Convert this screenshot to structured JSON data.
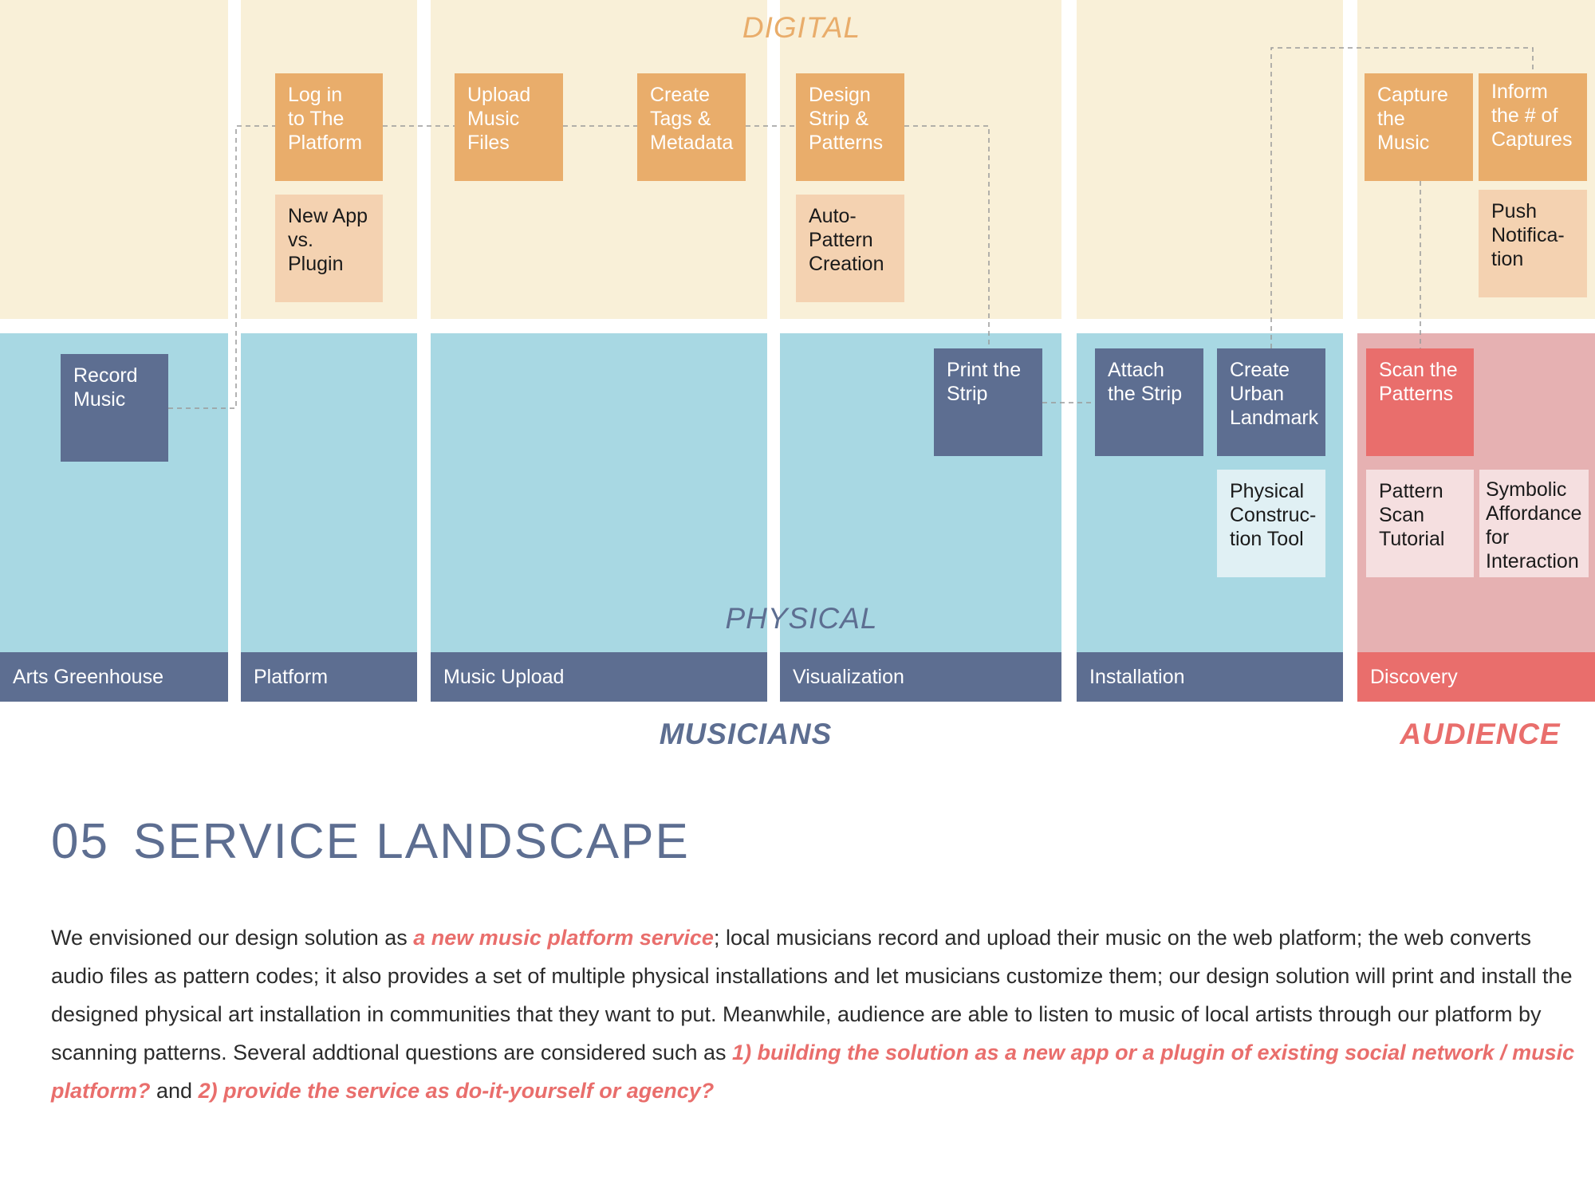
{
  "colors": {
    "digital_bg": "#f9f0d8",
    "physical_bg": "#a8d8e3",
    "audience_physical_bg": "#e6b1b2",
    "stage_bar": "#5d6e91",
    "audience_bar": "#e96e6c",
    "orange_card": "#e9ad6b",
    "peach_card": "#f4d2b1",
    "navy_card": "#5d6e91",
    "red_card": "#e96e6c",
    "light_blue_card": "#e0f0f4",
    "light_pink_card": "#f5dfe0",
    "digital_label": "#e9ad6b",
    "physical_label": "#5d6e91",
    "musicians_label": "#5d6e91",
    "audience_label": "#e96e6c"
  },
  "layers": {
    "digital": "DIGITAL",
    "physical": "PHYSICAL"
  },
  "stages": [
    "Arts Greenhouse",
    "Platform",
    "Music Upload",
    "Visualization",
    "Installation",
    "Discovery"
  ],
  "groups": {
    "musicians": "MUSICIANS",
    "audience": "AUDIENCE"
  },
  "cards": {
    "record_music": "Record\nMusic",
    "log_in": "Log in\nto The\nPlatform",
    "new_app": "New App\nvs.\nPlugin",
    "upload_music": "Upload\nMusic\nFiles",
    "create_tags": "Create\nTags &\nMetadata",
    "design_strip": "Design\nStrip &\nPatterns",
    "auto_pattern": "Auto-\nPattern\nCreation",
    "print_strip": "Print the\nStrip",
    "attach_strip": "Attach\nthe Strip",
    "create_landmark": "Create\nUrban\nLandmark",
    "physical_tool": "Physical\nConstruc-\ntion Tool",
    "capture_music": "Capture\nthe\nMusic",
    "inform_captures": "Inform\nthe # of\nCaptures",
    "push_notification": "Push\nNotifica-\ntion",
    "scan_patterns": "Scan the\nPatterns",
    "pattern_tutorial": "Pattern\nScan\nTutorial",
    "symbolic_affordance": "Symbolic\nAffordance\nfor\nInteraction"
  },
  "section": {
    "number": "05",
    "title": "SERVICE LANDSCAPE"
  },
  "paragraph": {
    "p1": "We envisioned our design solution as ",
    "h1": "a new music platform service",
    "p2": "; local musicians record and upload their music on the web platform; the web converts audio files as pattern codes; it also provides a set of multiple physical installations and let musicians customize them; our design solution will print and install the designed physical art installation in communities that they want to put. Meanwhile, audience are able to listen to music of local artists through our platform by scanning patterns. Several addtional questions are considered such as ",
    "h2": "1) building the solution as a new app or a plugin of existing social network / music platform?",
    "p3": " and ",
    "h3": "2) provide the service as do-it-yourself or agency?"
  }
}
